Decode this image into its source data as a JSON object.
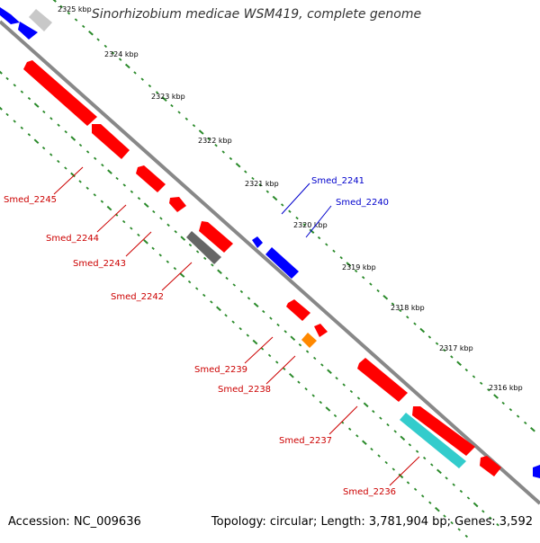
{
  "header": {
    "title": "Sinorhizobium medicae WSM419, complete genome"
  },
  "footer": {
    "accession": "Accession: NC_009636",
    "summary": "Topology: circular; Length: 3,781,904 bp; Genes: 3,592"
  },
  "colors": {
    "backbone": "#888888",
    "tick": "#2a8a2a",
    "gene_forward": "#ff0000",
    "gene_reverse": "#0000ff",
    "gene_gray": "#666666",
    "gene_light_gray": "#c8c8c8",
    "gene_orange": "#ff8800",
    "gene_cyan": "#33cccc",
    "label_red": "#cc0000",
    "label_blue": "#0000cc"
  },
  "scale": {
    "tick_labels": [
      "2325 kbp",
      "2324 kbp",
      "2323 kbp",
      "2322 kbp",
      "2321 kbp",
      "2320 kbp",
      "2319 kbp",
      "2318 kbp",
      "2317 kbp",
      "2316 kbp"
    ]
  },
  "gene_labels": {
    "Smed_2245": "Smed_2245",
    "Smed_2244": "Smed_2244",
    "Smed_2243": "Smed_2243",
    "Smed_2242": "Smed_2242",
    "Smed_2241": "Smed_2241",
    "Smed_2240": "Smed_2240",
    "Smed_2239": "Smed_2239",
    "Smed_2238": "Smed_2238",
    "Smed_2237": "Smed_2237",
    "Smed_2236": "Smed_2236"
  }
}
